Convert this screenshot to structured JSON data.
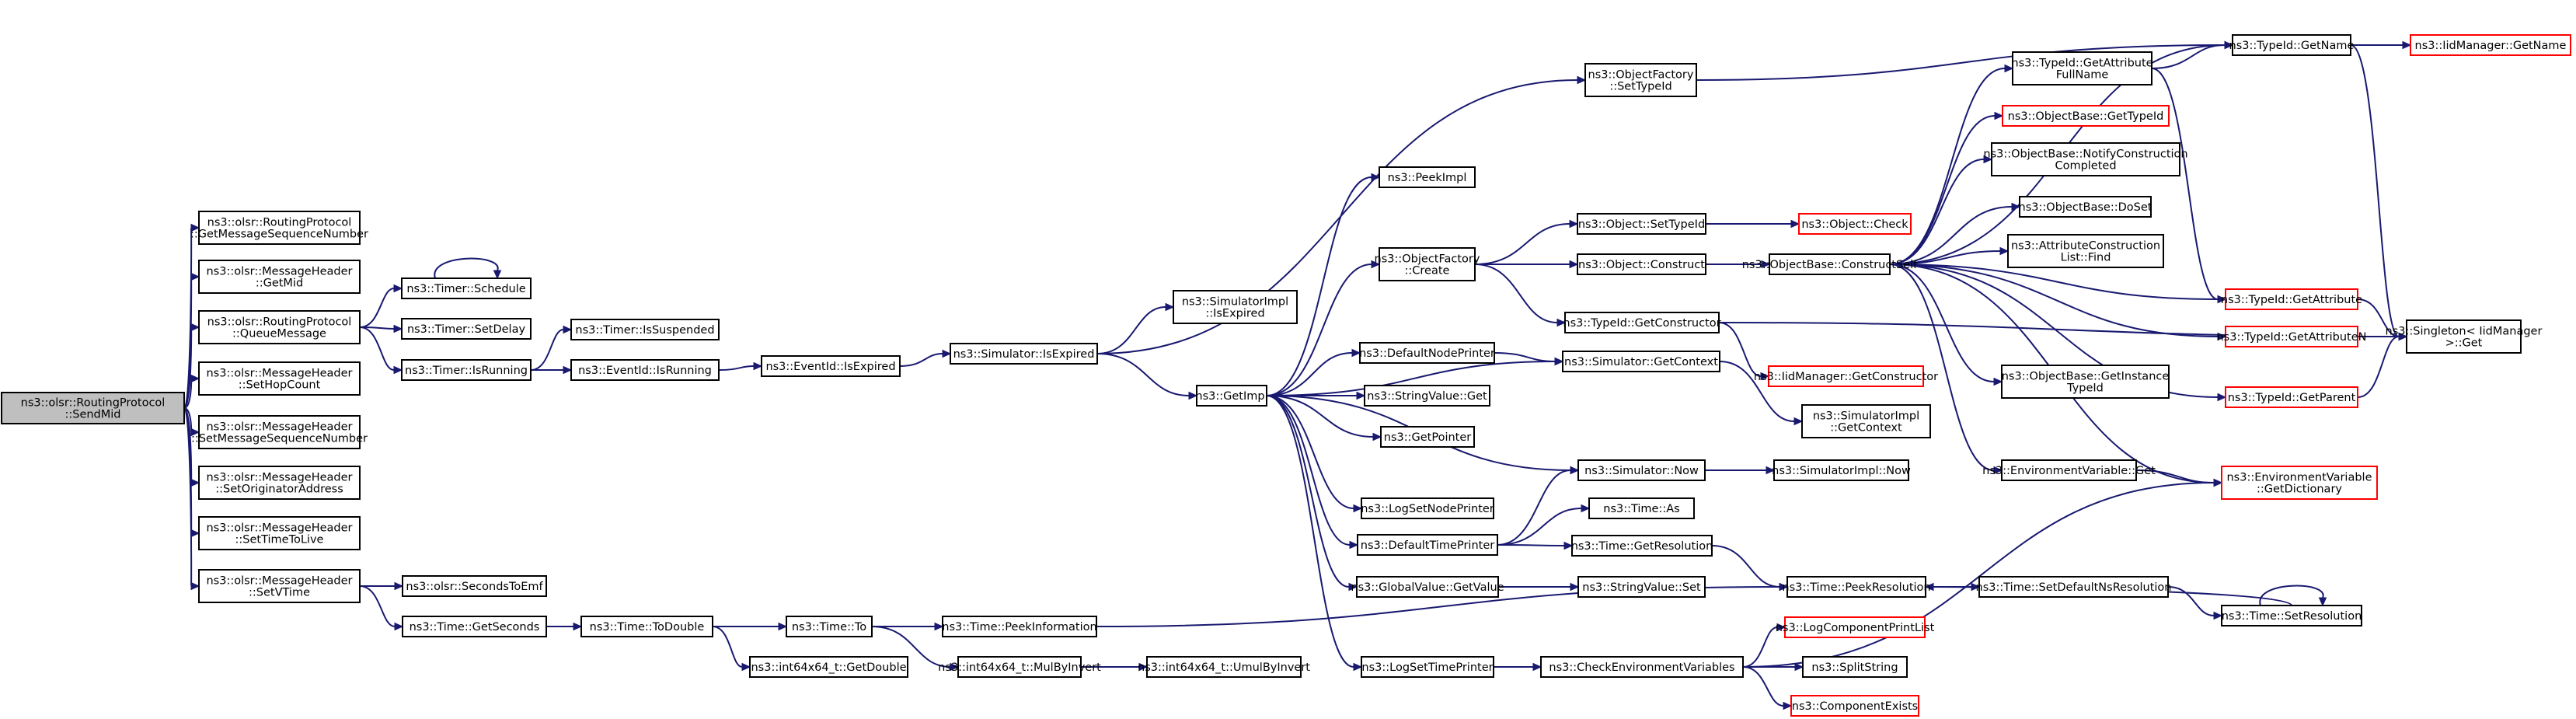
{
  "graph": {
    "colors": {
      "edge": "#191970",
      "node_border": "#000000",
      "node_border_external": "#ff0000",
      "root_fill": "#bfbfbf",
      "node_fill": "#ffffff",
      "background": "#ffffff"
    },
    "nodes": {
      "sendmid": {
        "lines": [
          "ns3::olsr::RoutingProtocol",
          "::SendMid"
        ],
        "kind": "root"
      },
      "getmsgseq": {
        "lines": [
          "ns3::olsr::RoutingProtocol",
          "::GetMessageSequenceNumber"
        ]
      },
      "getmid": {
        "lines": [
          "ns3::olsr::MessageHeader",
          "::GetMid"
        ]
      },
      "queuemsg": {
        "lines": [
          "ns3::olsr::RoutingProtocol",
          "::QueueMessage"
        ]
      },
      "sethopcount": {
        "lines": [
          "ns3::olsr::MessageHeader",
          "::SetHopCount"
        ]
      },
      "setmsgseq": {
        "lines": [
          "ns3::olsr::MessageHeader",
          "::SetMessageSequenceNumber"
        ]
      },
      "setorig": {
        "lines": [
          "ns3::olsr::MessageHeader",
          "::SetOriginatorAddress"
        ]
      },
      "setttl": {
        "lines": [
          "ns3::olsr::MessageHeader",
          "::SetTimeToLive"
        ]
      },
      "setvtime": {
        "lines": [
          "ns3::olsr::MessageHeader",
          "::SetVTime"
        ]
      },
      "timer_schedule": {
        "lines": [
          "ns3::Timer::Schedule"
        ]
      },
      "timer_setdelay": {
        "lines": [
          "ns3::Timer::SetDelay"
        ]
      },
      "timer_isrunning": {
        "lines": [
          "ns3::Timer::IsRunning"
        ]
      },
      "timer_issuspended": {
        "lines": [
          "ns3::Timer::IsSuspended"
        ]
      },
      "eventid_isrunning": {
        "lines": [
          "ns3::EventId::IsRunning"
        ]
      },
      "eventid_isexpired": {
        "lines": [
          "ns3::EventId::IsExpired"
        ]
      },
      "sim_isexpired": {
        "lines": [
          "ns3::Simulator::IsExpired"
        ]
      },
      "simimpl_isexpired": {
        "lines": [
          "ns3::SimulatorImpl",
          "::IsExpired"
        ]
      },
      "getimpl": {
        "lines": [
          "ns3::GetImpl"
        ]
      },
      "peekimpl": {
        "lines": [
          "ns3::PeekImpl"
        ]
      },
      "objfactory_create": {
        "lines": [
          "ns3::ObjectFactory",
          "::Create"
        ]
      },
      "objfactory_settypeid": {
        "lines": [
          "ns3::ObjectFactory",
          "::SetTypeId"
        ]
      },
      "object_settypeid": {
        "lines": [
          "ns3::Object::SetTypeId"
        ]
      },
      "object_construct": {
        "lines": [
          "ns3::Object::Construct"
        ]
      },
      "object_check": {
        "lines": [
          "ns3::Object::Check"
        ],
        "kind": "external"
      },
      "objbase_constructself": {
        "lines": [
          "ns3::ObjectBase::ConstructSelf"
        ]
      },
      "typeid_getconstructor": {
        "lines": [
          "ns3::TypeId::GetConstructor"
        ]
      },
      "iidmanager_getconstructor": {
        "lines": [
          "ns3::IidManager::GetConstructor"
        ],
        "kind": "external"
      },
      "defaultnodeprinter": {
        "lines": [
          "ns3::DefaultNodePrinter"
        ]
      },
      "sim_getcontext": {
        "lines": [
          "ns3::Simulator::GetContext"
        ]
      },
      "simimpl_getcontext": {
        "lines": [
          "ns3::SimulatorImpl",
          "::GetContext"
        ]
      },
      "stringvalue_get": {
        "lines": [
          "ns3::StringValue::Get"
        ]
      },
      "getpointer": {
        "lines": [
          "ns3::GetPointer"
        ]
      },
      "logsetnodeprinter": {
        "lines": [
          "ns3::LogSetNodePrinter"
        ]
      },
      "defaulttimeprinter": {
        "lines": [
          "ns3::DefaultTimePrinter"
        ]
      },
      "sim_now": {
        "lines": [
          "ns3::Simulator::Now"
        ]
      },
      "simimpl_now": {
        "lines": [
          "ns3::SimulatorImpl::Now"
        ]
      },
      "time_as": {
        "lines": [
          "ns3::Time::As"
        ]
      },
      "time_getresolution": {
        "lines": [
          "ns3::Time::GetResolution"
        ]
      },
      "globalvalue_getvalue": {
        "lines": [
          "ns3::GlobalValue::GetValue"
        ]
      },
      "stringvalue_set": {
        "lines": [
          "ns3::StringValue::Set"
        ]
      },
      "logsettimeprinter": {
        "lines": [
          "ns3::LogSetTimePrinter"
        ]
      },
      "checkenvvars": {
        "lines": [
          "ns3::CheckEnvironmentVariables"
        ]
      },
      "logcomponentprintlist": {
        "lines": [
          "ns3::LogComponentPrintList"
        ],
        "kind": "external"
      },
      "splitstring": {
        "lines": [
          "ns3::SplitString"
        ]
      },
      "componentexists": {
        "lines": [
          "ns3::ComponentExists"
        ],
        "kind": "external"
      },
      "olsr_secondstoemf": {
        "lines": [
          "ns3::olsr::SecondsToEmf"
        ]
      },
      "time_getseconds": {
        "lines": [
          "ns3::Time::GetSeconds"
        ]
      },
      "time_todouble": {
        "lines": [
          "ns3::Time::ToDouble"
        ]
      },
      "time_to": {
        "lines": [
          "ns3::Time::To"
        ]
      },
      "int64_getdouble": {
        "lines": [
          "ns3::int64x64_t::GetDouble"
        ]
      },
      "time_peekinformation": {
        "lines": [
          "ns3::Time::PeekInformation"
        ]
      },
      "int64_mulbyinvert": {
        "lines": [
          "ns3::int64x64_t::MulByInvert"
        ]
      },
      "int64_umulbyinvert": {
        "lines": [
          "ns3::int64x64_t::UmulByInvert"
        ]
      },
      "time_peekresolution": {
        "lines": [
          "ns3::Time::PeekResolution"
        ]
      },
      "time_setdefaultnsresolution": {
        "lines": [
          "ns3::Time::SetDefaultNsResolution"
        ]
      },
      "time_setresolution": {
        "lines": [
          "ns3::Time::SetResolution"
        ]
      },
      "envvar_get": {
        "lines": [
          "ns3::EnvironmentVariable::Get"
        ]
      },
      "envvar_getdictionary": {
        "lines": [
          "ns3::EnvironmentVariable",
          "::GetDictionary"
        ],
        "kind": "external"
      },
      "typeid_getattributefullname": {
        "lines": [
          "ns3::TypeId::GetAttribute",
          "FullName"
        ]
      },
      "typeid_getname": {
        "lines": [
          "ns3::TypeId::GetName"
        ]
      },
      "iidmanager_getname": {
        "lines": [
          "ns3::IidManager::GetName"
        ],
        "kind": "external"
      },
      "objbase_gettypeid": {
        "lines": [
          "ns3::ObjectBase::GetTypeId"
        ],
        "kind": "external"
      },
      "objbase_notifyconstruction": {
        "lines": [
          "ns3::ObjectBase::NotifyConstruction",
          "Completed"
        ]
      },
      "objbase_doset": {
        "lines": [
          "ns3::ObjectBase::DoSet"
        ]
      },
      "attrconstructionlist_find": {
        "lines": [
          "ns3::AttributeConstruction",
          "List::Find"
        ]
      },
      "typeid_getattribute": {
        "lines": [
          "ns3::TypeId::GetAttribute"
        ],
        "kind": "external"
      },
      "typeid_getattributen": {
        "lines": [
          "ns3::TypeId::GetAttributeN"
        ],
        "kind": "external"
      },
      "objbase_getinstancetypeid": {
        "lines": [
          "ns3::ObjectBase::GetInstance",
          "TypeId"
        ]
      },
      "typeid_getparent": {
        "lines": [
          "ns3::TypeId::GetParent"
        ],
        "kind": "external"
      },
      "singleton_get": {
        "lines": [
          "ns3::Singleton< IidManager",
          " >::Get"
        ]
      }
    },
    "edges": [
      [
        "sendmid",
        "getmsgseq"
      ],
      [
        "sendmid",
        "getmid"
      ],
      [
        "sendmid",
        "queuemsg"
      ],
      [
        "sendmid",
        "sethopcount"
      ],
      [
        "sendmid",
        "setmsgseq"
      ],
      [
        "sendmid",
        "setorig"
      ],
      [
        "sendmid",
        "setttl"
      ],
      [
        "sendmid",
        "setvtime"
      ],
      [
        "queuemsg",
        "timer_schedule"
      ],
      [
        "queuemsg",
        "timer_setdelay"
      ],
      [
        "queuemsg",
        "timer_isrunning"
      ],
      [
        "timer_schedule",
        "timer_schedule"
      ],
      [
        "timer_isrunning",
        "timer_issuspended"
      ],
      [
        "timer_isrunning",
        "eventid_isrunning"
      ],
      [
        "eventid_isrunning",
        "eventid_isexpired"
      ],
      [
        "eventid_isexpired",
        "sim_isexpired"
      ],
      [
        "sim_isexpired",
        "simimpl_isexpired"
      ],
      [
        "sim_isexpired",
        "getimpl"
      ],
      [
        "sim_isexpired",
        "objfactory_settypeid"
      ],
      [
        "getimpl",
        "peekimpl"
      ],
      [
        "getimpl",
        "objfactory_create"
      ],
      [
        "getimpl",
        "defaultnodeprinter"
      ],
      [
        "getimpl",
        "stringvalue_get"
      ],
      [
        "getimpl",
        "getpointer"
      ],
      [
        "getimpl",
        "logsetnodeprinter"
      ],
      [
        "getimpl",
        "defaulttimeprinter"
      ],
      [
        "getimpl",
        "globalvalue_getvalue"
      ],
      [
        "getimpl",
        "logsettimeprinter"
      ],
      [
        "getimpl",
        "sim_getcontext"
      ],
      [
        "getimpl",
        "sim_now"
      ],
      [
        "objfactory_settypeid",
        "typeid_getname"
      ],
      [
        "objfactory_create",
        "object_settypeid"
      ],
      [
        "objfactory_create",
        "object_construct"
      ],
      [
        "objfactory_create",
        "typeid_getconstructor"
      ],
      [
        "object_settypeid",
        "object_check"
      ],
      [
        "object_construct",
        "objbase_constructself"
      ],
      [
        "typeid_getconstructor",
        "iidmanager_getconstructor"
      ],
      [
        "defaultnodeprinter",
        "sim_getcontext"
      ],
      [
        "sim_getcontext",
        "simimpl_getcontext"
      ],
      [
        "sim_now",
        "simimpl_now"
      ],
      [
        "defaulttimeprinter",
        "sim_now"
      ],
      [
        "defaulttimeprinter",
        "time_as"
      ],
      [
        "defaulttimeprinter",
        "time_getresolution"
      ],
      [
        "time_getresolution",
        "time_peekresolution"
      ],
      [
        "globalvalue_getvalue",
        "stringvalue_set"
      ],
      [
        "logsettimeprinter",
        "checkenvvars"
      ],
      [
        "checkenvvars",
        "logcomponentprintlist"
      ],
      [
        "checkenvvars",
        "splitstring"
      ],
      [
        "checkenvvars",
        "componentexists"
      ],
      [
        "checkenvvars",
        "envvar_getdictionary"
      ],
      [
        "setvtime",
        "olsr_secondstoemf"
      ],
      [
        "setvtime",
        "time_getseconds"
      ],
      [
        "time_getseconds",
        "time_todouble"
      ],
      [
        "time_todouble",
        "time_to"
      ],
      [
        "time_todouble",
        "int64_getdouble"
      ],
      [
        "time_to",
        "time_peekinformation"
      ],
      [
        "time_to",
        "int64_mulbyinvert"
      ],
      [
        "int64_mulbyinvert",
        "int64_umulbyinvert"
      ],
      [
        "time_peekinformation",
        "time_peekresolution"
      ],
      [
        "time_peekresolution",
        "time_setdefaultnsresolution"
      ],
      [
        "time_setdefaultnsresolution",
        "time_setresolution"
      ],
      [
        "time_setresolution",
        "time_setresolution"
      ],
      [
        "time_setresolution",
        "time_peekresolution"
      ],
      [
        "objbase_constructself",
        "typeid_getattributefullname"
      ],
      [
        "objbase_constructself",
        "typeid_getname"
      ],
      [
        "objbase_constructself",
        "objbase_gettypeid"
      ],
      [
        "objbase_constructself",
        "objbase_notifyconstruction"
      ],
      [
        "objbase_constructself",
        "objbase_doset"
      ],
      [
        "objbase_constructself",
        "attrconstructionlist_find"
      ],
      [
        "objbase_constructself",
        "typeid_getattribute"
      ],
      [
        "objbase_constructself",
        "typeid_getattributen"
      ],
      [
        "objbase_constructself",
        "objbase_getinstancetypeid"
      ],
      [
        "objbase_constructself",
        "typeid_getparent"
      ],
      [
        "objbase_constructself",
        "envvar_get"
      ],
      [
        "objbase_constructself",
        "envvar_getdictionary"
      ],
      [
        "envvar_get",
        "envvar_getdictionary"
      ],
      [
        "typeid_getattributefullname",
        "typeid_getname"
      ],
      [
        "typeid_getattributefullname",
        "typeid_getattribute"
      ],
      [
        "typeid_getname",
        "iidmanager_getname"
      ],
      [
        "typeid_getname",
        "singleton_get"
      ],
      [
        "typeid_getattribute",
        "singleton_get"
      ],
      [
        "typeid_getattributen",
        "singleton_get"
      ],
      [
        "typeid_getparent",
        "singleton_get"
      ],
      [
        "typeid_getconstructor",
        "singleton_get"
      ]
    ]
  }
}
